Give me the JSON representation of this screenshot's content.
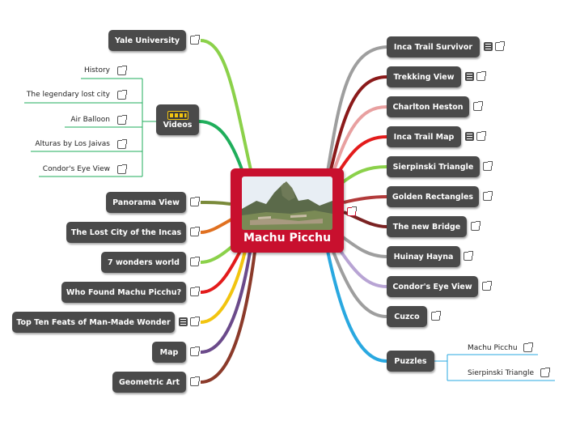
{
  "center": {
    "title": "Machu Picchu",
    "link_icon": "external-link-icon"
  },
  "right_nodes": [
    {
      "label": "Inca Trail Survivor",
      "icons": [
        "notes-icon",
        "external-link-icon"
      ],
      "color": "#9e9e9e"
    },
    {
      "label": "Trekking View",
      "icons": [
        "notes-icon",
        "external-link-icon"
      ],
      "color": "#8b1a1a"
    },
    {
      "label": "Charlton Heston",
      "icons": [
        "external-link-icon"
      ],
      "color": "#e8a0a0"
    },
    {
      "label": "Inca Trail Map",
      "icons": [
        "notes-icon",
        "external-link-icon"
      ],
      "color": "#e31b1b"
    },
    {
      "label": "Sierpinski Triangle",
      "icons": [
        "external-link-icon"
      ],
      "color": "#8bd14a"
    },
    {
      "label": "Golden Rectangles",
      "icons": [
        "external-link-icon"
      ],
      "color": "#b23a3a"
    },
    {
      "label": "The new Bridge",
      "icons": [
        "external-link-icon"
      ],
      "color": "#7a2222"
    },
    {
      "label": "Huinay Hayna",
      "icons": [
        "external-link-icon"
      ],
      "color": "#9e9e9e"
    },
    {
      "label": "Condor's Eye View",
      "icons": [
        "external-link-icon"
      ],
      "color": "#b8a4d4"
    },
    {
      "label": "Cuzco",
      "icons": [
        "external-link-icon"
      ],
      "color": "#9e9e9e"
    },
    {
      "label": "Puzzles",
      "icons": [],
      "color": "#29a8e0"
    }
  ],
  "puzzles_children": [
    {
      "label": "Machu Picchu",
      "icon": "external-link-icon"
    },
    {
      "label": "Sierpinski Triangle",
      "icon": "external-link-icon"
    }
  ],
  "left_nodes": [
    {
      "label": "Yale University",
      "icons": [
        "external-link-icon"
      ],
      "color": "#8bd14a"
    },
    {
      "label": "Videos",
      "icons": [
        "film-icon"
      ],
      "color": "#1fae5b"
    },
    {
      "label": "Panorama View",
      "icons": [
        "external-link-icon"
      ],
      "color": "#7a8a3a"
    },
    {
      "label": "The Lost City of the Incas",
      "icons": [
        "external-link-icon"
      ],
      "color": "#e07020"
    },
    {
      "label": "7 wonders world",
      "icons": [
        "external-link-icon"
      ],
      "color": "#8bd14a"
    },
    {
      "label": "Who Found Machu Picchu?",
      "icons": [
        "external-link-icon"
      ],
      "color": "#e31b1b"
    },
    {
      "label": "Top Ten Feats of Man-Made Wonder",
      "icons": [
        "notes-icon",
        "external-link-icon"
      ],
      "color": "#f2c40f"
    },
    {
      "label": "Map",
      "icons": [
        "external-link-icon"
      ],
      "color": "#6b4a8a"
    },
    {
      "label": "Geometric Art",
      "icons": [
        "external-link-icon"
      ],
      "color": "#8b3a2a"
    }
  ],
  "videos_children": [
    {
      "label": "History",
      "icon": "external-link-icon"
    },
    {
      "label": "The legendary lost city",
      "icon": "external-link-icon"
    },
    {
      "label": "Air Balloon",
      "icon": "external-link-icon"
    },
    {
      "label": "Alturas by Los Jaivas",
      "icon": "external-link-icon"
    },
    {
      "label": "Condor's Eye View",
      "icon": "external-link-icon"
    }
  ],
  "colors": {
    "center": "#c8102e",
    "node": "#4a4a4a",
    "node_text": "#ffffff",
    "videos_branch": "#1fae5b",
    "puzzles_branch": "#29a8e0"
  }
}
